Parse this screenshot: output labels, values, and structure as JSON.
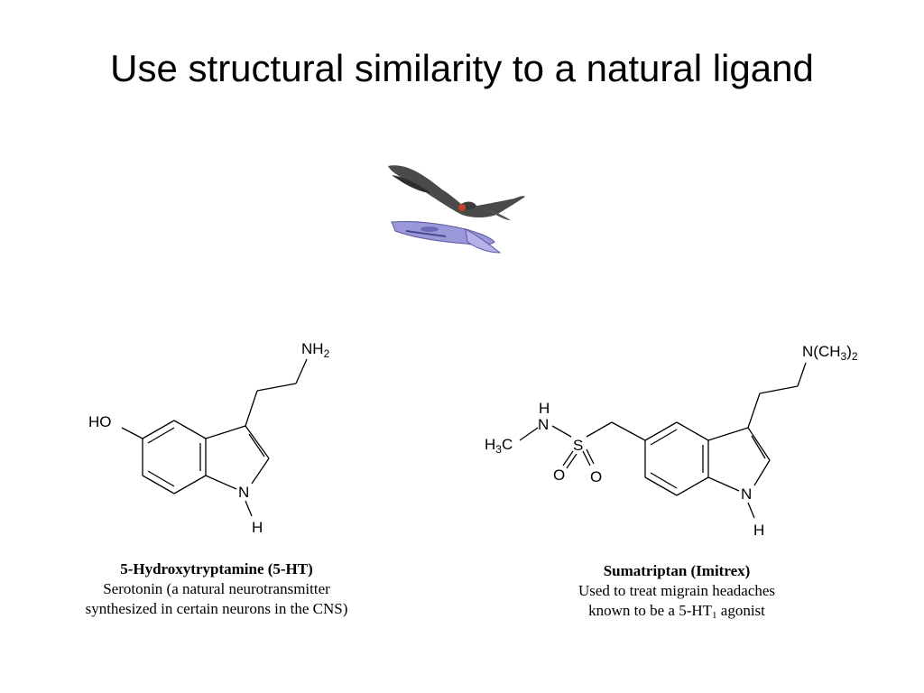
{
  "slide": {
    "title": "Use structural similarity to a natural ligand"
  },
  "clipart": {
    "icon": "bird-and-airplane-icon"
  },
  "serotonin": {
    "atoms": {
      "nh2_base": "NH",
      "nh2_sub": "2",
      "ho": "HO",
      "n": "N",
      "h": "H"
    },
    "caption": {
      "name": "5-Hydroxytryptamine (5-HT)",
      "line1": "Serotonin (a natural neurotransmitter",
      "line2": "synthesized in certain neurons in the CNS)"
    }
  },
  "sumatriptan": {
    "atoms": {
      "amine_n": "N(CH",
      "amine_sub1": "3",
      "amine_close": ")",
      "amine_sub2": "2",
      "sulfonamide_h": "H",
      "sulfonamide_n": "N",
      "methyl_h": "H",
      "methyl_sub": "3",
      "methyl_c": "C",
      "s": "S",
      "o1": "O",
      "o2": "O",
      "ring_n": "N",
      "ring_h": "H"
    },
    "caption": {
      "name": "Sumatriptan (Imitrex)",
      "line1": "Used to treat migrain headaches",
      "line2_pre": "known to be a 5-HT",
      "line2_sub": "1",
      "line2_post": " agonist"
    }
  }
}
